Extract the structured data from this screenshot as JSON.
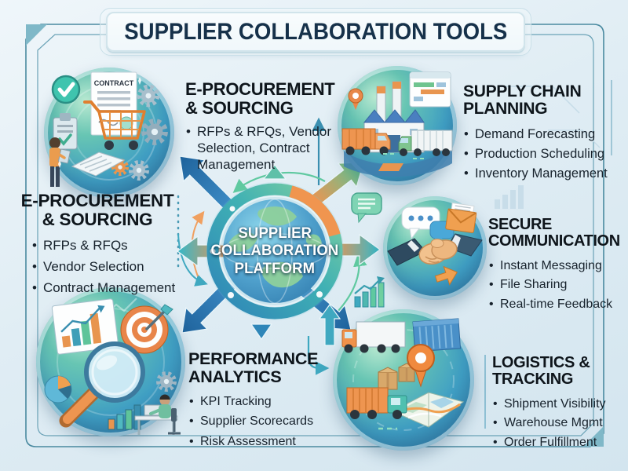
{
  "title": "SUPPLIER COLLABORATION TOOLS",
  "hub": {
    "lines": [
      "SUPPLIER",
      "COLLABORATION",
      "PLATFORM"
    ]
  },
  "sections": {
    "eprocurement_callout": {
      "title_lines": [
        "E-PROCUREMENT",
        "& SOURCING"
      ],
      "bullets": [
        "RFPs & RFQs, Vendor Selection, Contract Management"
      ]
    },
    "eprocurement": {
      "title_lines": [
        "E-PROCUREMENT",
        "& SOURCING"
      ],
      "bullets": [
        "RFPs & RFQs",
        "Vendor Selection",
        "Contract Management"
      ]
    },
    "supply_chain": {
      "title_lines": [
        "SUPPLY CHAIN",
        "PLANNING"
      ],
      "bullets": [
        "Demand Forecasting",
        "Production Scheduling",
        "Inventory Management"
      ]
    },
    "secure_communication": {
      "title_lines": [
        "SECURE",
        "COMMUNICATION"
      ],
      "bullets": [
        "Instant Messaging",
        "File Sharing",
        "Real-time Feedback"
      ]
    },
    "performance_analytics": {
      "title_lines": [
        "PERFORMANCE",
        "ANALYTICS"
      ],
      "bullets": [
        "KPI Tracking",
        "Supplier Scorecards",
        "Risk Assessment"
      ]
    },
    "logistics": {
      "title_lines": [
        "LOGISTICS &",
        "TRACKING"
      ],
      "bullets": [
        "Shipment Visibility",
        "Warehouse Mgmt",
        "Order Fulfillment"
      ]
    }
  },
  "illustrations": {
    "contract_label": "CONTRACT",
    "eprocurement_icons": [
      "checkmark-badge-icon",
      "contract-document-icon",
      "shopping-cart-icon",
      "clipboard-icon",
      "gear-icon",
      "documents-icon",
      "person-reading-icon"
    ],
    "supply_chain_icons": [
      "factory-icon",
      "location-pin-icon",
      "schedule-panel-icon",
      "box-truck-icon",
      "container-truck-icon"
    ],
    "secure_communication_icons": [
      "chat-bubbles-icon",
      "envelope-icon",
      "handshake-icon",
      "exchange-arrow-icon"
    ],
    "performance_icons": [
      "bar-chart-panel-icon",
      "target-dart-icon",
      "magnifying-glass-icon",
      "pie-chart-icon",
      "mini-bar-chart-icon",
      "gear-icon",
      "analyst-at-desk-icon"
    ],
    "logistics_icons": [
      "cargo-truck-icon",
      "shipping-container-icon",
      "boxes-icon",
      "map-icon",
      "location-pin-icon",
      "container-truck-icon"
    ],
    "hub_icon": "globe-icon",
    "decor_icons": [
      "chat-bubble-icon",
      "growth-bars-icon"
    ]
  },
  "colors": {
    "background": "#dfecf4",
    "frame": "#4a8aa0",
    "banner_bg": "#f4fafc",
    "title_text": "#16314a",
    "heading_text": "#0e151b",
    "body_text": "#17222c",
    "teal": "#3fa8c0",
    "green": "#5fc9a0",
    "orange": "#ef9350",
    "arrow_navy": "#2f7fb8",
    "hub_label": "#ffffff"
  }
}
